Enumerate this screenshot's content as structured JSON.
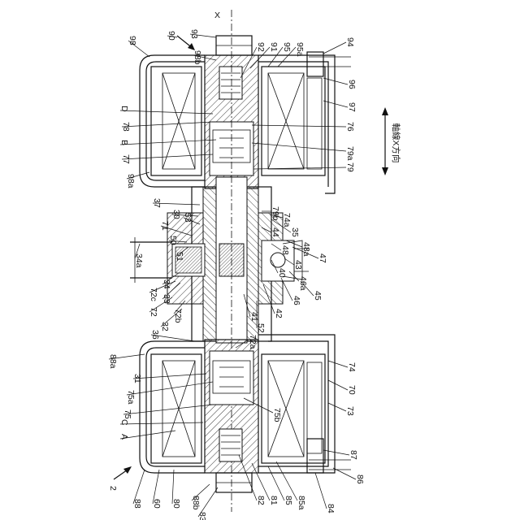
{
  "figure": {
    "axis_label": "X",
    "direction_caption": "軸線X方向",
    "labels": {
      "l2": "2",
      "l60": "60",
      "l80": "80",
      "l88": "88",
      "l88a": "88a",
      "l88b": "88b",
      "l83": "83",
      "l82": "82",
      "l81": "81",
      "l85": "85",
      "l85a": "85a",
      "l86": "86",
      "l84": "84",
      "l87": "87",
      "lA": "A",
      "lC": "C",
      "l75": "75",
      "l75a": "75a",
      "l31": "31",
      "l75b": "75b",
      "l73": "73",
      "l70": "70",
      "l74": "74",
      "l36": "36",
      "l72a": "72a",
      "l32": "32",
      "l72b": "72b",
      "l72": "72",
      "l33": "33",
      "l72c": "72c",
      "l34": "34",
      "l34a": "34a",
      "l51": "51",
      "l50": "50",
      "l71": "71",
      "l30": "30",
      "l53": "53",
      "l37": "37",
      "l98a": "98a",
      "l77": "77",
      "lB": "B",
      "l78": "78",
      "lD": "D",
      "l98": "98",
      "l98b": "98b",
      "l90": "90",
      "l93": "93",
      "l92": "92",
      "l91": "91",
      "l95": "95",
      "l95a": "95a",
      "l94": "94",
      "l96": "96",
      "l97": "97",
      "l76": "76",
      "l79a": "79a",
      "l79": "79",
      "l79b": "79b",
      "l74a": "74a",
      "l35": "35",
      "l44": "44",
      "l48": "48",
      "l48a": "48a",
      "l47": "47",
      "l43": "43",
      "l40": "40",
      "l46a": "46a",
      "l45": "45",
      "l46": "46",
      "l42": "42",
      "l41": "41",
      "l52": "52"
    }
  }
}
